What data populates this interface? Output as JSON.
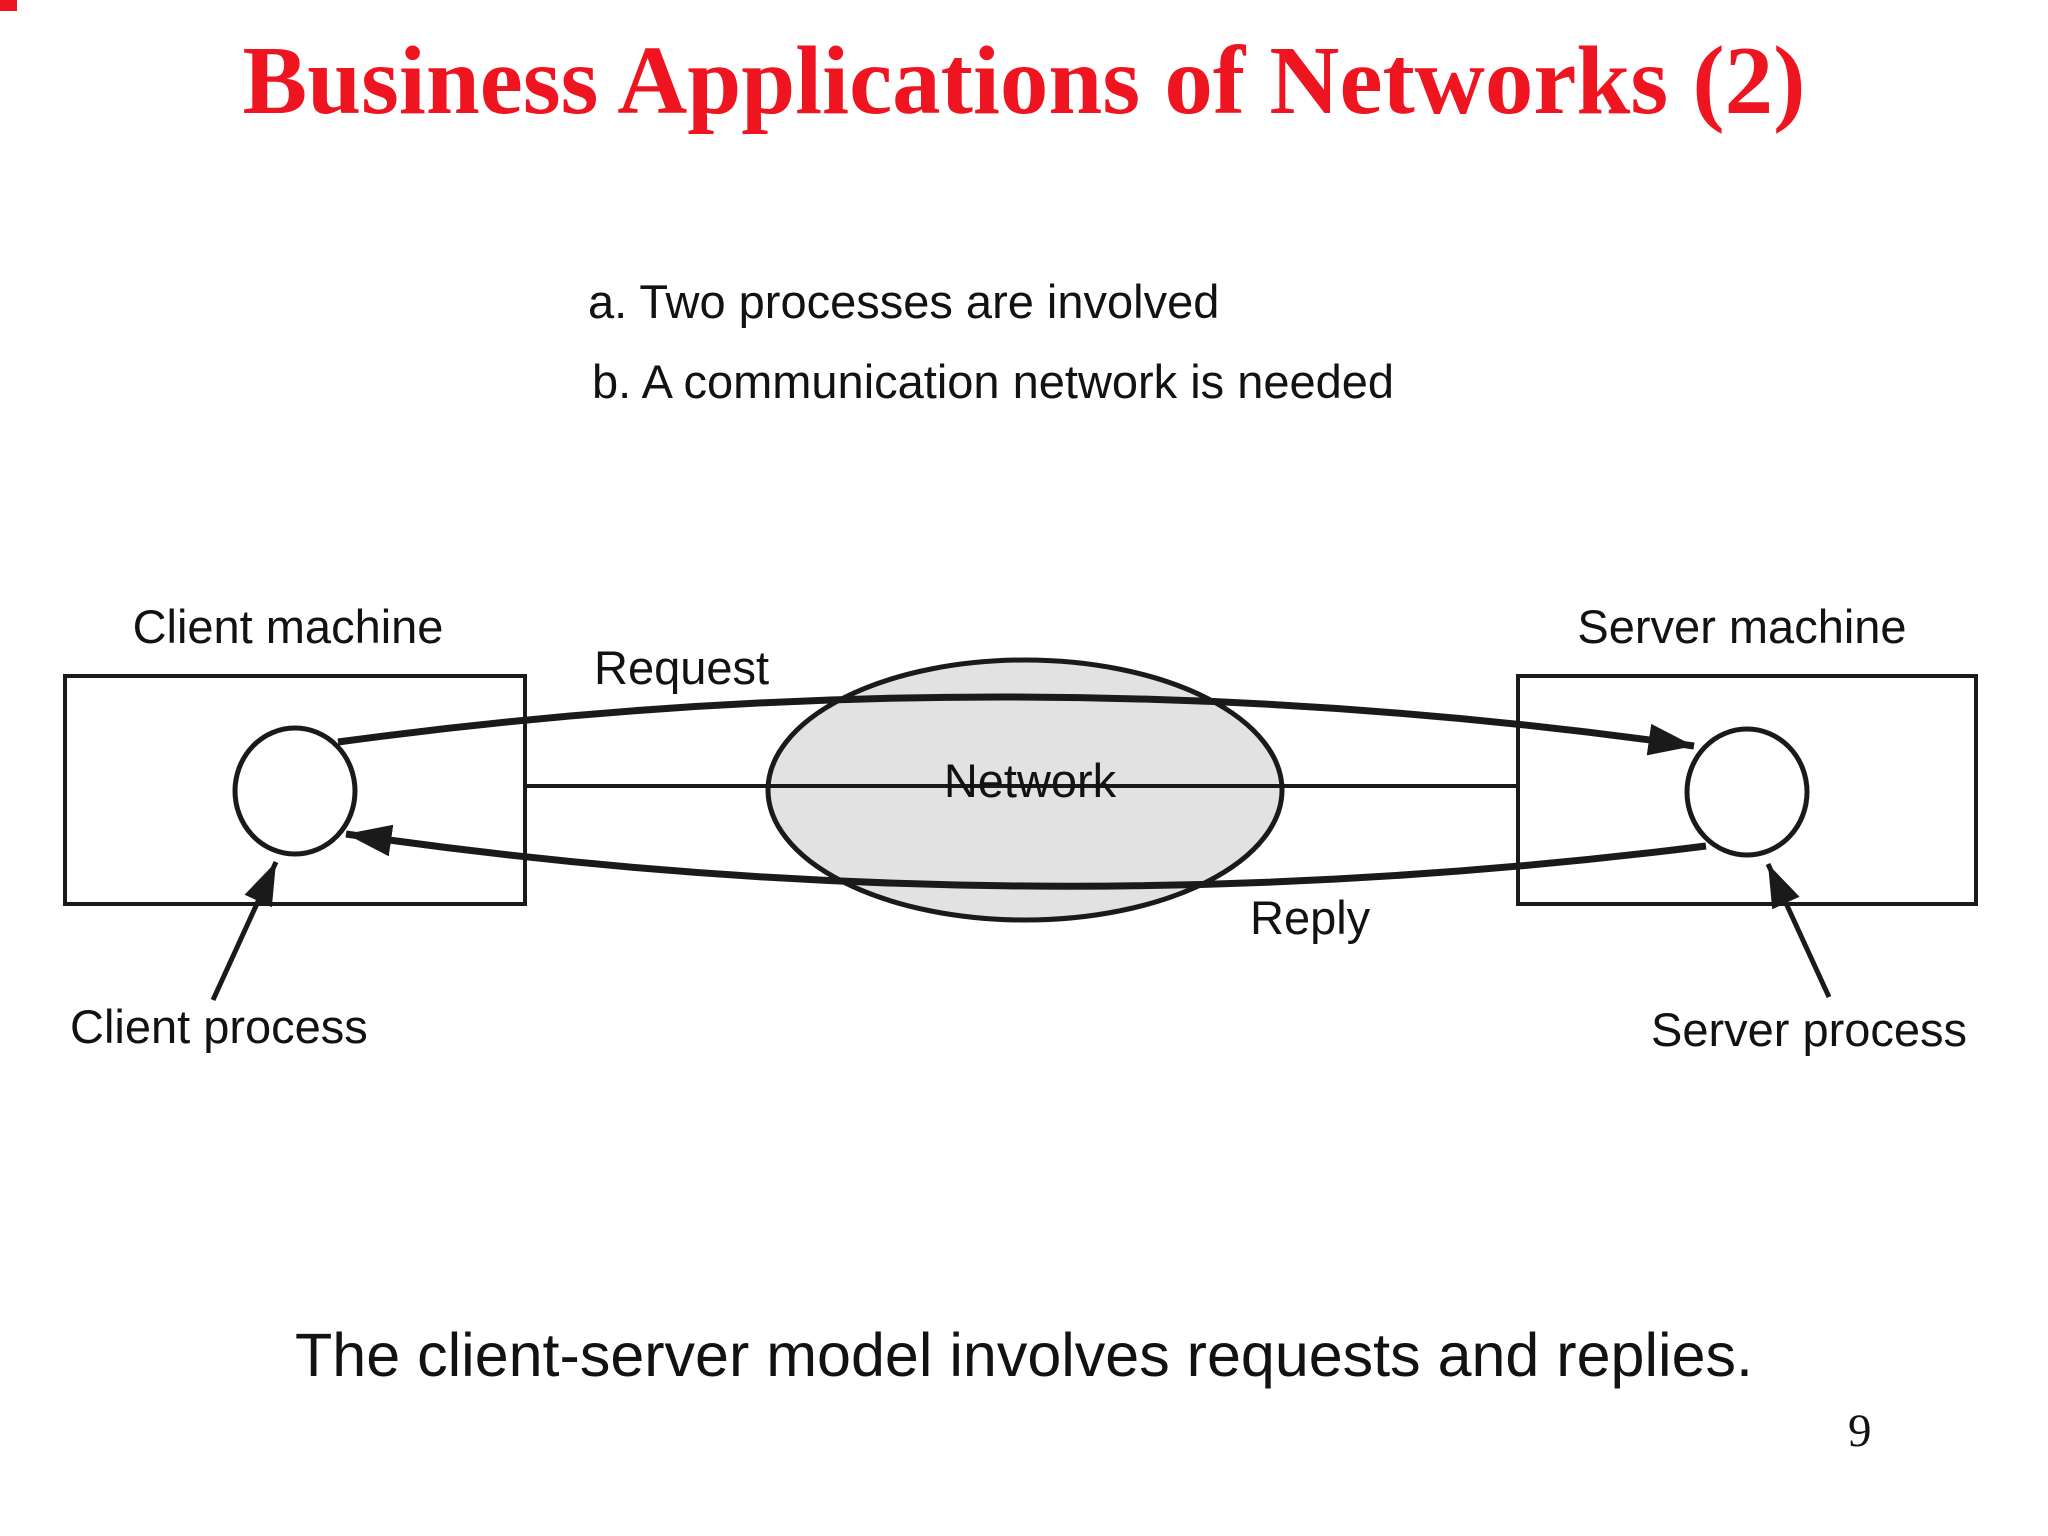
{
  "slide": {
    "title": "Business Applications of Networks (2)",
    "bullets": {
      "a": "a. Two processes are involved",
      "b": "b. A communication network is needed"
    },
    "caption": "The client-server model involves requests and replies.",
    "page_number": "9"
  },
  "diagram": {
    "type": "client-server-model",
    "labels": {
      "client_machine": "Client machine",
      "server_machine": "Server machine",
      "client_process": "Client process",
      "server_process": "Server process",
      "network": "Network",
      "request": "Request",
      "reply": "Reply"
    },
    "flows": [
      {
        "name": "Request",
        "from": "client process",
        "to": "server process",
        "path": "over network"
      },
      {
        "name": "Reply",
        "from": "server process",
        "to": "client process",
        "path": "under network"
      }
    ]
  },
  "colors": {
    "title_red": "#ee1520",
    "text_black": "#121212",
    "line_black": "#1a1a1a",
    "network_fill": "#e2e2e2",
    "background": "#ffffff"
  }
}
